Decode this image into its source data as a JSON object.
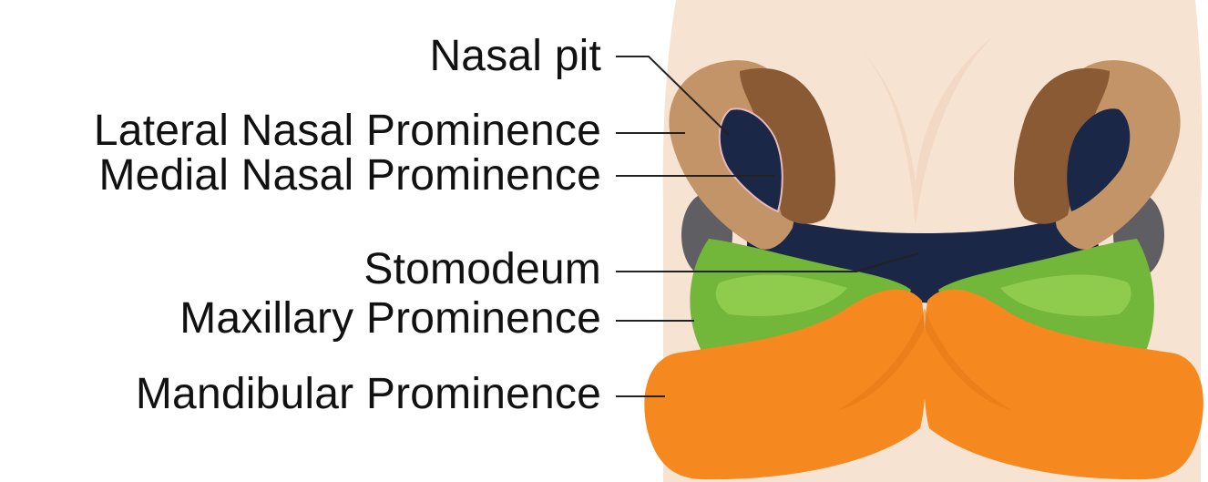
{
  "labels": {
    "nasal_pit": "Nasal pit",
    "lateral_nasal_prominence": "Lateral Nasal Prominence",
    "medial_nasal_prominence": "Medial Nasal Prominence",
    "stomodeum": "Stomodeum",
    "maxillary_prominence": "Maxillary Prominence",
    "mandibular_prominence": "Mandibular Prominence"
  },
  "colors": {
    "skin": "#f7e3d2",
    "skin_shadow": "#efd2bd",
    "lateral_nasal": "#c39468",
    "medial_nasal": "#8a5a35",
    "nasal_pit": "#1b2747",
    "stomodeum": "#1b2747",
    "maxillary": "#72b63a",
    "maxillary_light": "#8fcb4c",
    "mandibular": "#f5891f",
    "mandibular_shadow": "#e47716",
    "eye": "#5e5e63",
    "leader_line": "#222222"
  }
}
